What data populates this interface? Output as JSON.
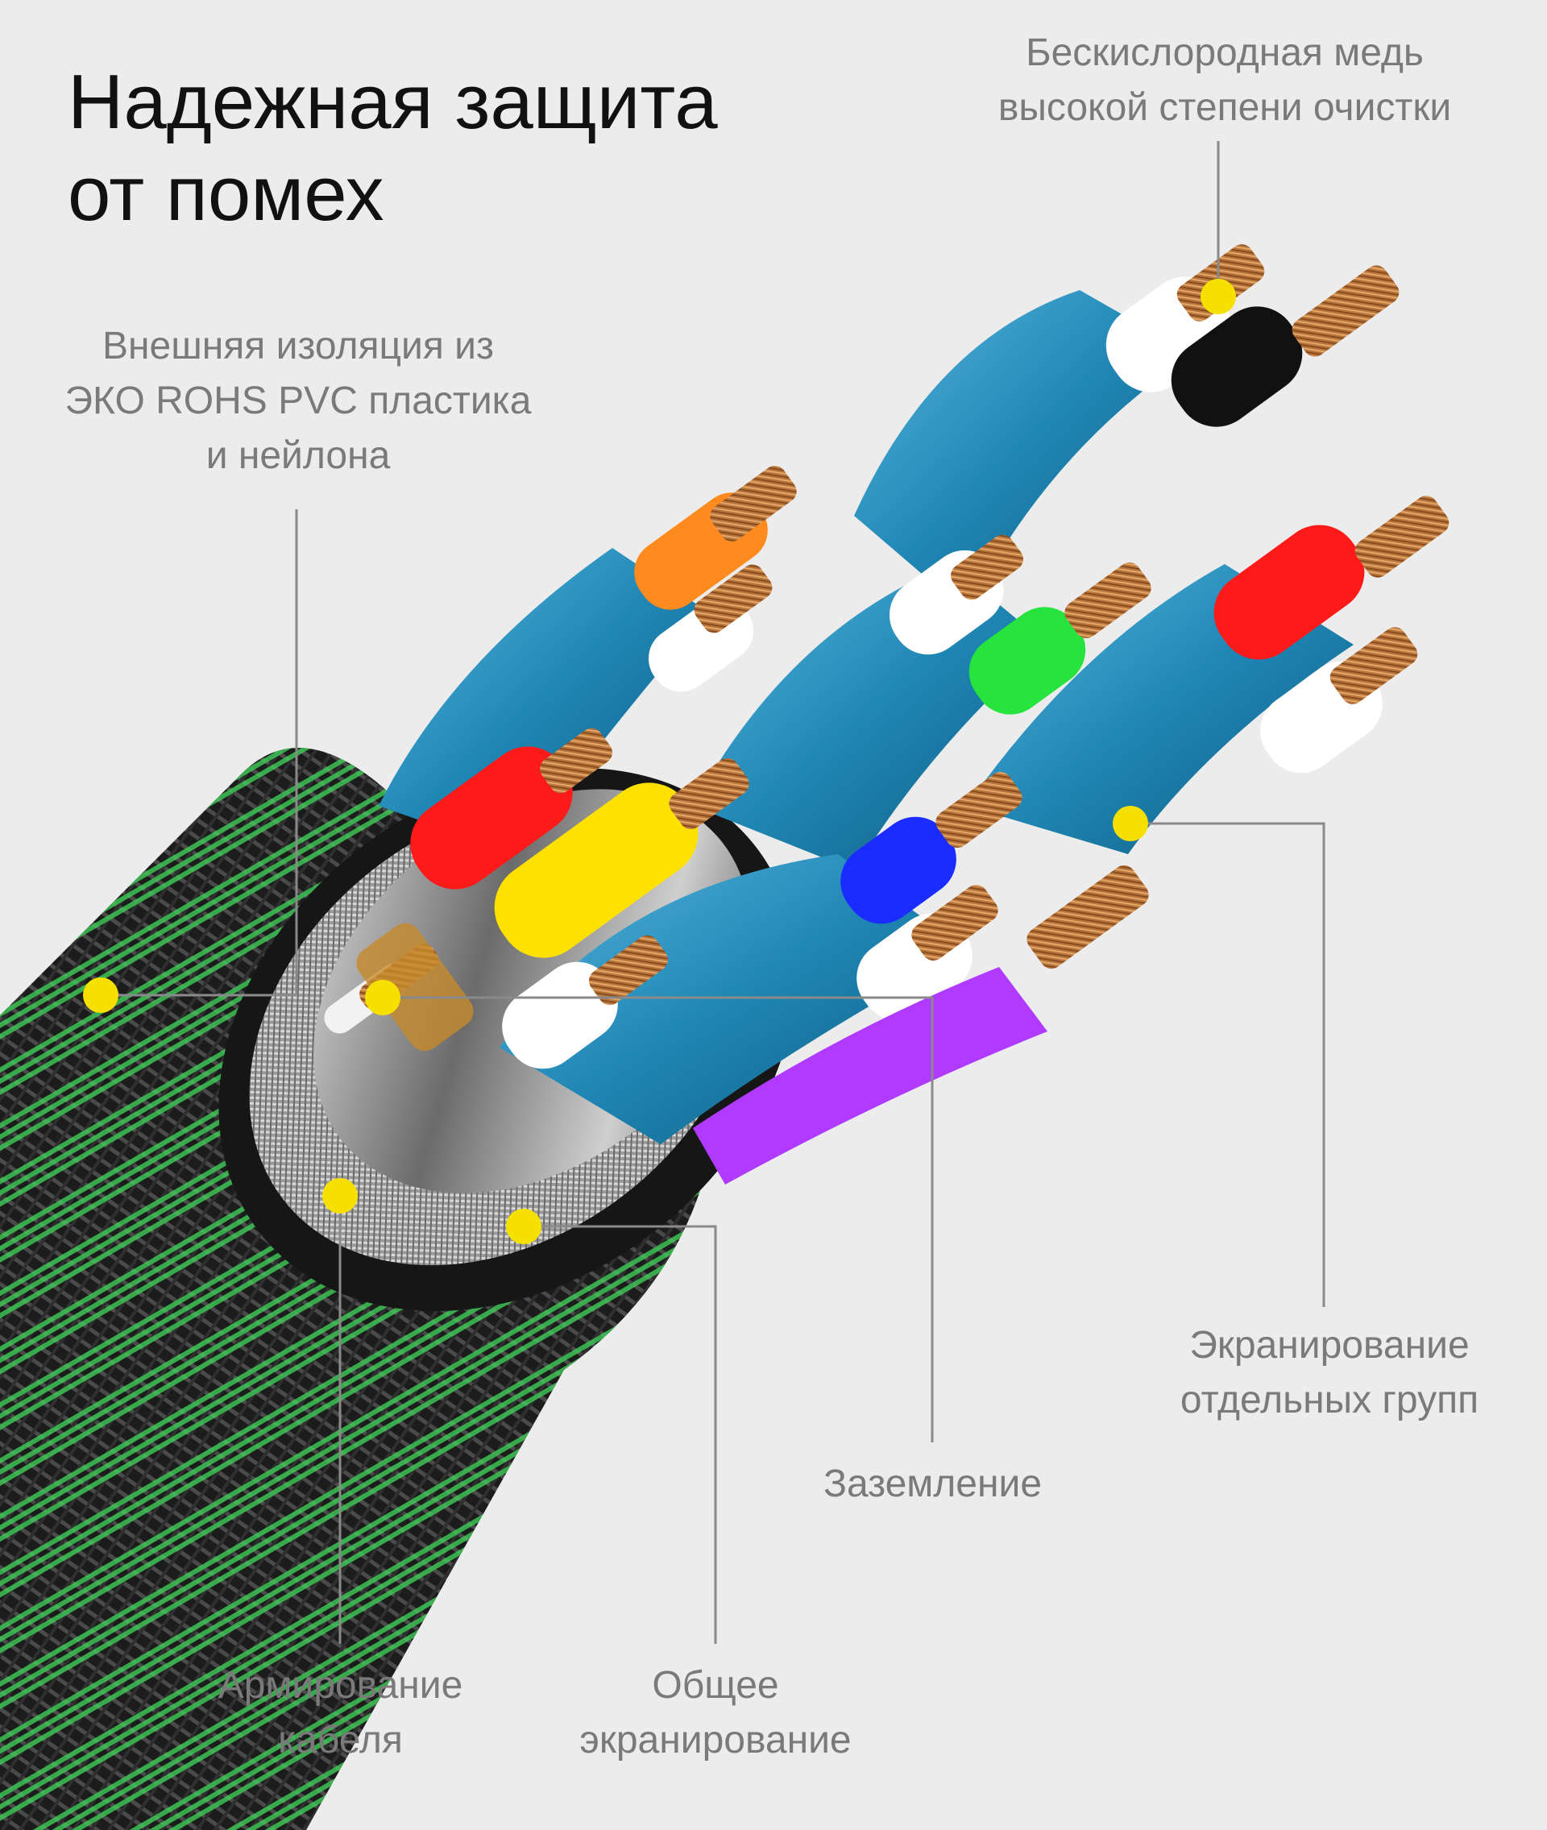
{
  "headline": {
    "line1": "Надежная защита",
    "line2": "от помех"
  },
  "callouts": {
    "copper": {
      "line1": "Бескислородная медь",
      "line2": "высокой степени очистки"
    },
    "outer_insulation": {
      "line1": "Внешняя изоляция из",
      "line2": "ЭКО ROHS PVC пластика",
      "line3": "и нейлона"
    },
    "group_shielding": {
      "line1": "Экранирование",
      "line2": "отдельных групп"
    },
    "grounding": {
      "line1": "Заземление"
    },
    "reinforcement": {
      "line1": "Армирование",
      "line2": "кабеля"
    },
    "common_shielding": {
      "line1": "Общее",
      "line2": "экранирование"
    }
  },
  "colors": {
    "background": "#ececec",
    "marker": "#f5e000",
    "leader_line": "#8a8a8a",
    "pair_jacket": "#1f86b4",
    "copper": "#b8733a",
    "braid_green": "#3fd45a",
    "jacket_black": "#1a1a1a"
  },
  "wire_colors": [
    "#ff8a1e",
    "#ffffff",
    "#ff1a1a",
    "#ffe100",
    "#27e33d",
    "#ff1a1a",
    "#ffffff",
    "#1a2cff",
    "#ffffff",
    "#b03aff",
    "#111111"
  ]
}
